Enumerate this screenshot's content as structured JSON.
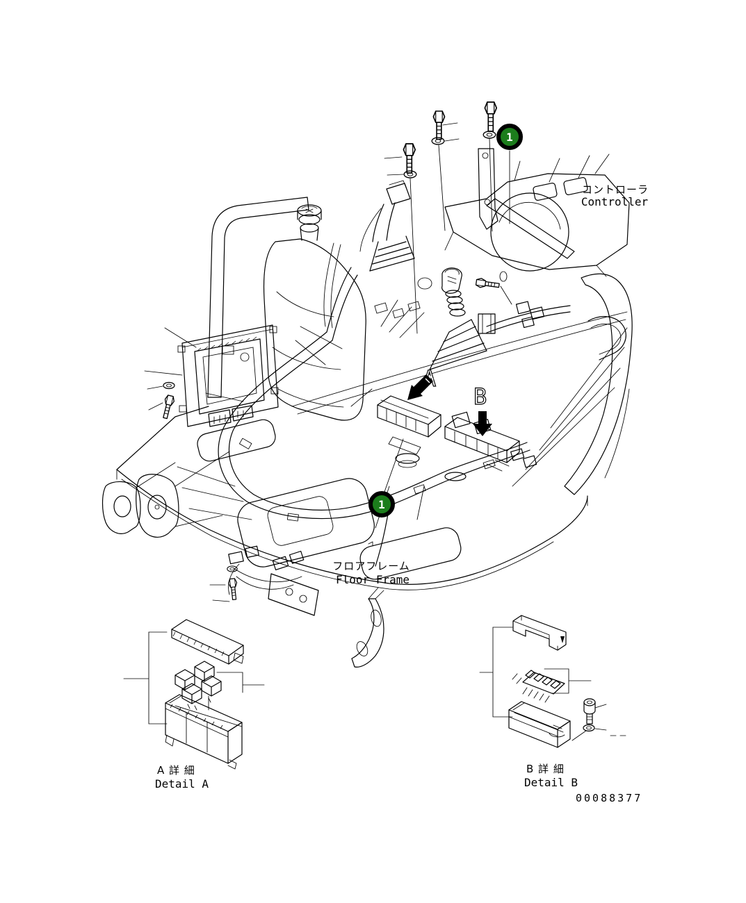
{
  "colors": {
    "background": "#ffffff",
    "line": "#000000",
    "balloon_fill": "#1c7d1c",
    "balloon_ring": "#000000",
    "balloon_text": "#ffffff",
    "arrow": "#000000"
  },
  "labels": {
    "controller_jp": "コントローラ",
    "controller_en": "Controller",
    "floor_frame_jp": "フロアフレーム",
    "floor_frame_en": "Floor Frame",
    "section_a": "A",
    "section_b": "B",
    "detail_a_jp": "A 詳 細",
    "detail_a_en": "Detail A",
    "detail_b_jp": "B 詳 細",
    "detail_b_en": "Detail B",
    "drawing_number": "00088377"
  },
  "balloons": [
    {
      "number": "1",
      "position": "upper-right"
    },
    {
      "number": "1",
      "position": "center"
    }
  ]
}
